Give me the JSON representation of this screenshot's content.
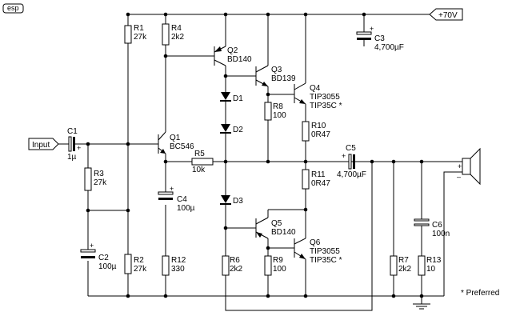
{
  "logo": "esp",
  "rail_label": "+70V",
  "input_label": "Input",
  "note": "* Preferred",
  "polarity_plus": "+",
  "polarity_minus": "–",
  "components": {
    "R1": {
      "ref": "R1",
      "value": "27k"
    },
    "R2": {
      "ref": "R2",
      "value": "27k"
    },
    "R3": {
      "ref": "R3",
      "value": "27k"
    },
    "R4": {
      "ref": "R4",
      "value": "2k2"
    },
    "R5": {
      "ref": "R5",
      "value": "10k"
    },
    "R6": {
      "ref": "R6",
      "value": "2k2"
    },
    "R7": {
      "ref": "R7",
      "value": "2k2"
    },
    "R8": {
      "ref": "R8",
      "value": "100"
    },
    "R9": {
      "ref": "R9",
      "value": "100"
    },
    "R10": {
      "ref": "R10",
      "value": "0R47"
    },
    "R11": {
      "ref": "R11",
      "value": "0R47"
    },
    "R12": {
      "ref": "R12",
      "value": "330"
    },
    "R13": {
      "ref": "R13",
      "value": "10"
    },
    "C1": {
      "ref": "C1",
      "value": "1µ"
    },
    "C2": {
      "ref": "C2",
      "value": "100µ"
    },
    "C3": {
      "ref": "C3",
      "value": "4,700µF"
    },
    "C4": {
      "ref": "C4",
      "value": "100µ"
    },
    "C5": {
      "ref": "C5",
      "value": "4,700µF"
    },
    "C6": {
      "ref": "C6",
      "value": "100n"
    },
    "D1": {
      "ref": "D1"
    },
    "D2": {
      "ref": "D2"
    },
    "D3": {
      "ref": "D3"
    },
    "Q1": {
      "ref": "Q1",
      "value": "BC546"
    },
    "Q2": {
      "ref": "Q2",
      "value": "BD140"
    },
    "Q3": {
      "ref": "Q3",
      "value": "BD139"
    },
    "Q4": {
      "ref": "Q4",
      "value": "TIP3055",
      "alt": "TIP35C *"
    },
    "Q5": {
      "ref": "Q5",
      "value": "BD140"
    },
    "Q6": {
      "ref": "Q6",
      "value": "TIP3055",
      "alt": "TIP35C *"
    }
  }
}
